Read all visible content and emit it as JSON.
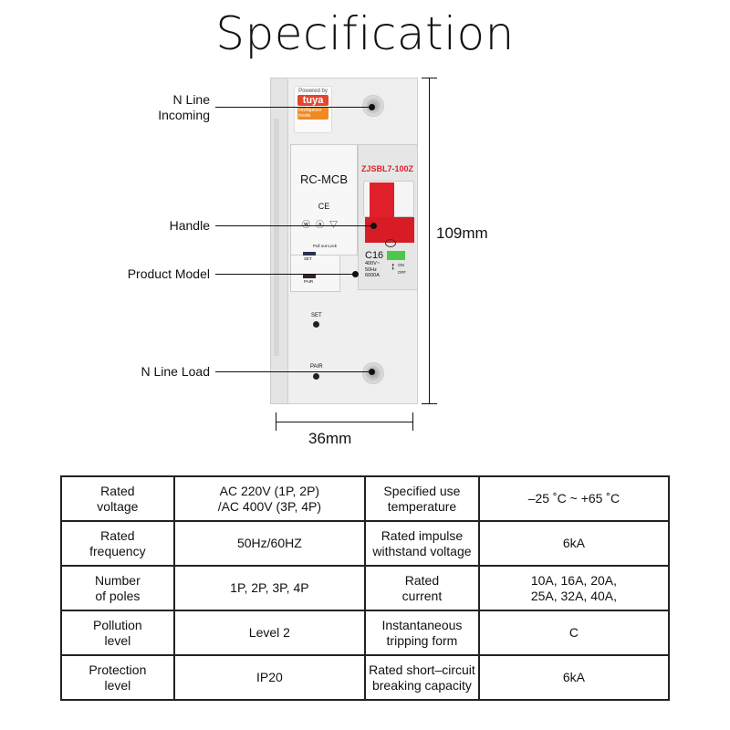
{
  "title": "Specification",
  "callouts": {
    "n_line_incoming": [
      "N Line",
      "Incoming"
    ],
    "handle": "Handle",
    "product_model": "Product Model",
    "n_line_load": "N Line Load"
  },
  "dimensions": {
    "height": "109mm",
    "width": "36mm"
  },
  "device": {
    "badge": {
      "powered_by": "Powered by",
      "brand": "tuya",
      "tagline": [
        "Intelligence",
        "Inside"
      ]
    },
    "name": "RC-MCB",
    "model": "ZJSBL7-100Z",
    "ce": "CE",
    "rating": "C16",
    "specs": [
      "400V~",
      "50Hz",
      "6000A"
    ],
    "on": "ON",
    "off": "OFF",
    "pull_out_lock": "Pull out-Lock",
    "set": "SET",
    "pair": "PAIR",
    "colors": {
      "red": "#e0202a",
      "body": "#eeeeee",
      "accent_green": "#4cc84a"
    }
  },
  "spec_table": [
    [
      [
        "Rated",
        "voltage"
      ],
      [
        "AC 220V (1P, 2P)",
        "/AC 400V (3P, 4P)"
      ],
      [
        "Specified use",
        "temperature"
      ],
      [
        "–25 ˚C ~ +65 ˚C"
      ]
    ],
    [
      [
        "Rated",
        "frequency"
      ],
      [
        "50Hz/60HZ"
      ],
      [
        "Rated impulse",
        "withstand voltage"
      ],
      [
        "6kA"
      ]
    ],
    [
      [
        "Number",
        "of poles"
      ],
      [
        "1P, 2P, 3P, 4P"
      ],
      [
        "Rated",
        "current"
      ],
      [
        "10A, 16A, 20A,",
        "25A, 32A, 40A,"
      ]
    ],
    [
      [
        "Pollution",
        "level"
      ],
      [
        "Level 2"
      ],
      [
        "Instantaneous",
        "tripping form"
      ],
      [
        "C"
      ]
    ],
    [
      [
        "Protection",
        "level"
      ],
      [
        "IP20"
      ],
      [
        "Rated short–circuit",
        "breaking capacity"
      ],
      [
        "6kA"
      ]
    ]
  ]
}
